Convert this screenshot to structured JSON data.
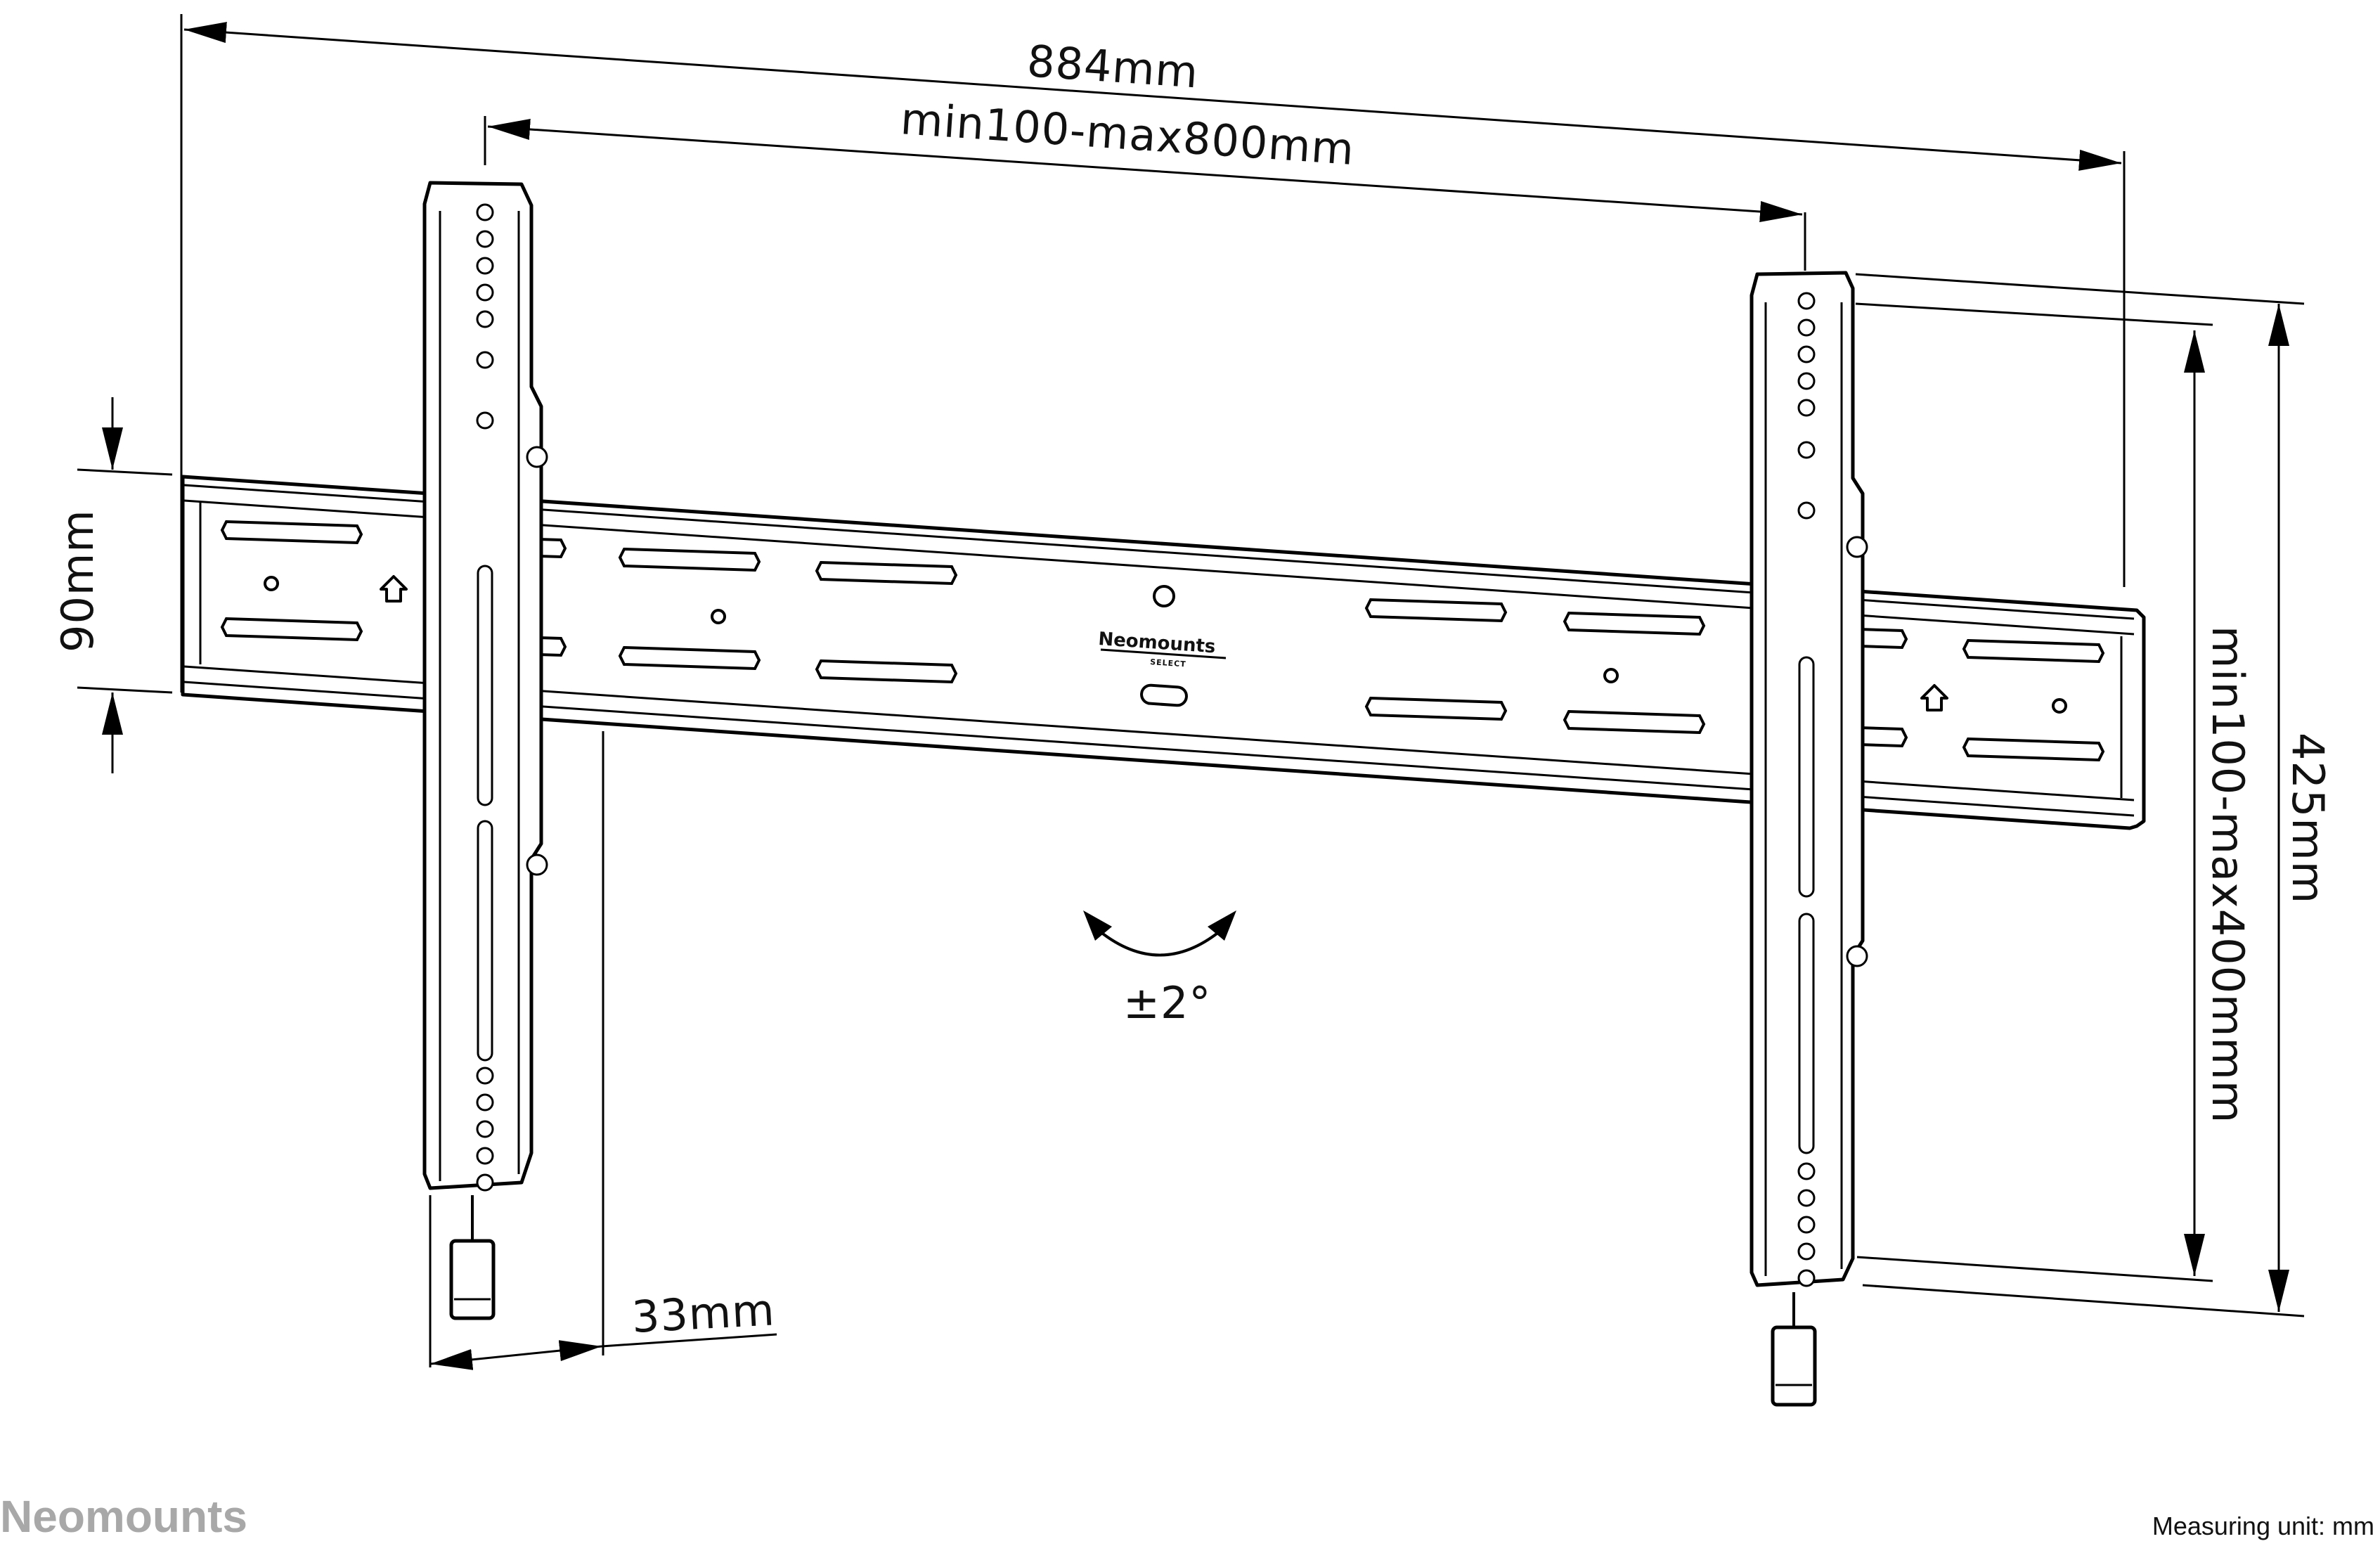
{
  "dimensions": {
    "overall_width": "884mm",
    "vesa_horizontal": "min100-max800mm",
    "rail_height": "90mm",
    "wall_distance": "33mm",
    "vesa_vertical": "min100-max400mmm",
    "overall_height": "425mm",
    "tilt": "±2°"
  },
  "rail_logo": {
    "name": "Neomounts",
    "sub": "SELECT"
  },
  "footer": {
    "brand": "Neomounts",
    "measuring_unit": "Measuring unit: mm"
  },
  "colors": {
    "line": "#000000",
    "brand_grey": "#a8a8a8"
  }
}
